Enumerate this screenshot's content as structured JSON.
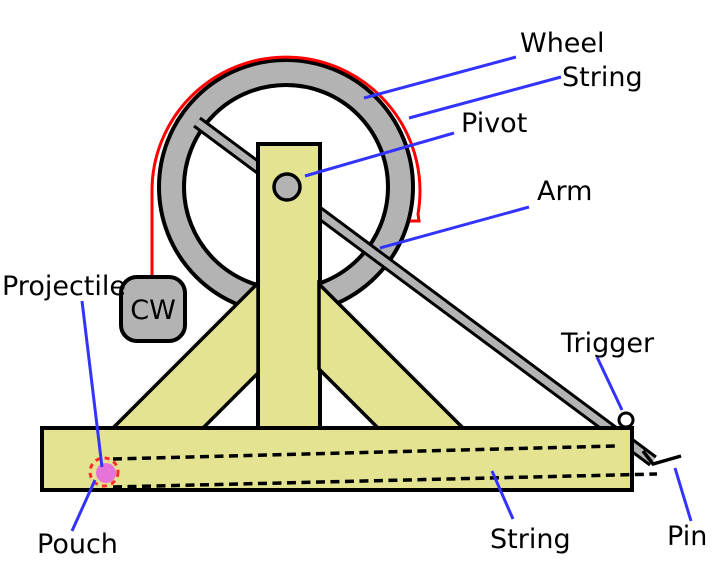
{
  "diagram": {
    "type": "trebuchet-mechanism-diagram",
    "labels": {
      "wheel": "Wheel",
      "string_top": "String",
      "pivot": "Pivot",
      "arm": "Arm",
      "trigger": "Trigger",
      "projectile": "Projectile",
      "counterweight": "CW",
      "pouch": "Pouch",
      "string_bottom": "String",
      "pin": "Pin"
    }
  },
  "colors": {
    "wood": "#e3e392",
    "metal": "#b3b3b3",
    "red": "#ff0000",
    "pouchred": "#ff2a2a",
    "blue": "#3333ff",
    "magenta": "#e673d8",
    "outline": "#000000",
    "background": "#ffffff"
  }
}
